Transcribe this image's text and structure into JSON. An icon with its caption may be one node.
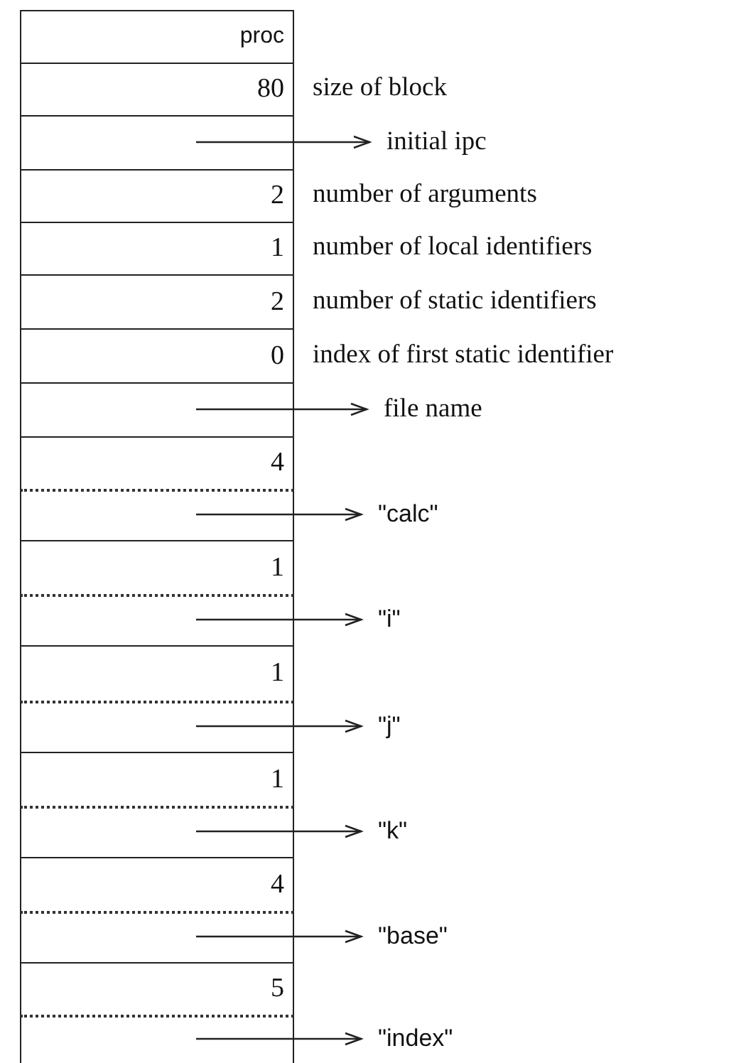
{
  "diagram": {
    "nodes": [
      {
        "text": [
          "proc"
        ]
      },
      {
        "text": [
          "80"
        ],
        "beside": [
          "size of block"
        ]
      },
      {
        "text": [],
        "shape": "box"
      },
      {
        "text": [
          "initial ipc"
        ]
      },
      {
        "text": [
          "2"
        ],
        "beside": [
          "number of arguments"
        ]
      },
      {
        "text": [
          "1"
        ],
        "beside": [
          "number of local identifiers"
        ]
      },
      {
        "text": [
          "2"
        ],
        "beside": [
          "number of static identifiers"
        ]
      },
      {
        "text": [
          "0"
        ],
        "beside": [
          "index of first static identifier"
        ]
      },
      {
        "text": [],
        "shape": "box"
      },
      {
        "text": [
          "file name"
        ]
      },
      {
        "text": [
          "4"
        ]
      },
      {
        "text": [],
        "shape": "box"
      },
      {
        "text": [
          "\"calc\""
        ]
      },
      {
        "text": [
          "1"
        ]
      },
      {
        "text": [],
        "shape": "box"
      },
      {
        "text": [
          "\"i\""
        ]
      },
      {
        "text": [
          "1"
        ]
      },
      {
        "text": [],
        "shape": "box"
      },
      {
        "text": [
          "\"j\""
        ]
      },
      {
        "text": [
          "1"
        ]
      },
      {
        "text": [],
        "shape": "box"
      },
      {
        "text": [
          "\"k\""
        ]
      },
      {
        "text": [
          "4"
        ]
      },
      {
        "text": [],
        "shape": "box"
      },
      {
        "text": [
          "\"base\""
        ]
      },
      {
        "text": [
          "5"
        ]
      },
      {
        "text": [],
        "shape": "box"
      },
      {
        "text": [
          "\"index\""
        ]
      }
    ],
    "edges": [
      {
        "from": 2,
        "to": 3,
        "arrow": "to"
      },
      {
        "from": 8,
        "to": 9,
        "arrow": "to"
      },
      {
        "from": 11,
        "to": 12,
        "arrow": "to"
      },
      {
        "from": 14,
        "to": 15,
        "arrow": "to"
      },
      {
        "from": 17,
        "to": 18,
        "arrow": "to"
      },
      {
        "from": 20,
        "to": 21,
        "arrow": "to"
      },
      {
        "from": 23,
        "to": 24,
        "arrow": "to"
      },
      {
        "from": 26,
        "to": 27,
        "arrow": "to"
      }
    ]
  }
}
